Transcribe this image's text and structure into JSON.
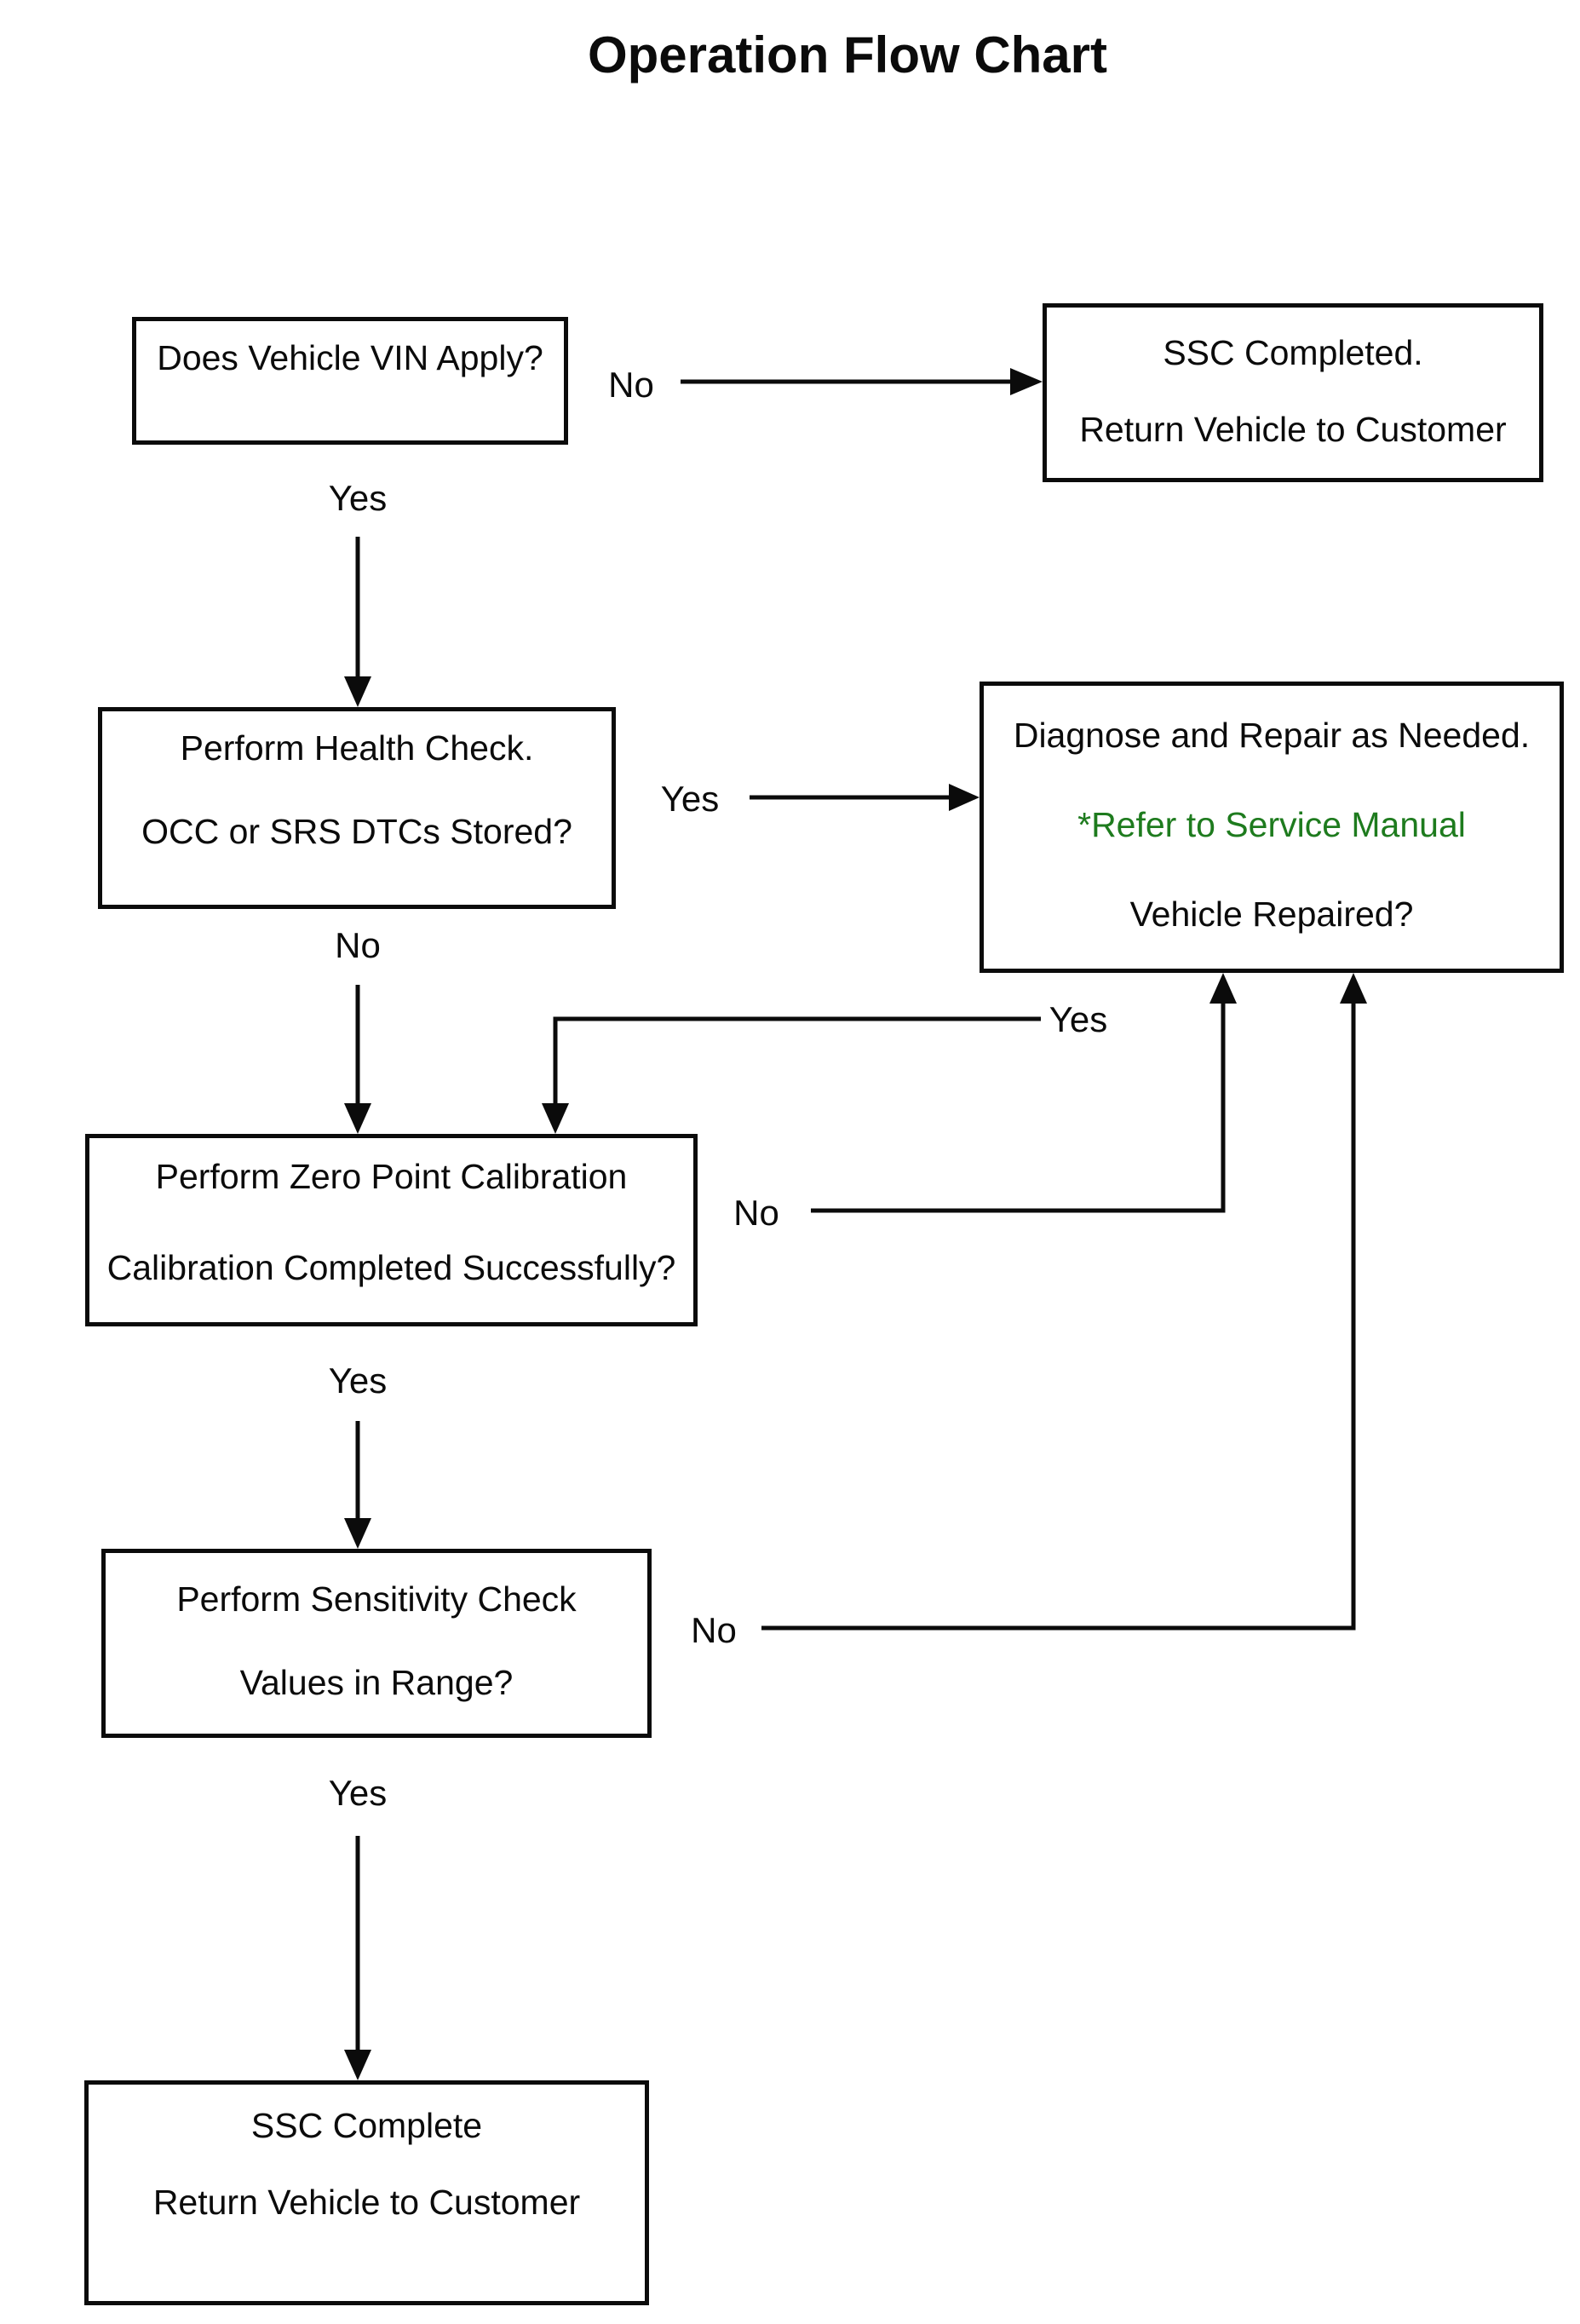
{
  "title": "Operation Flow Chart",
  "colors": {
    "ink": "#0B0B0B",
    "accent_green": "#1E7B1E",
    "background": "#FFFFFF"
  },
  "nodes": {
    "vin": {
      "lines": [
        "Does Vehicle VIN Apply?"
      ]
    },
    "ssc_completed": {
      "lines": [
        "SSC Completed.",
        "Return Vehicle to Customer"
      ]
    },
    "health_check": {
      "lines": [
        "Perform Health Check.",
        "OCC or SRS DTCs Stored?"
      ]
    },
    "diagnose_repair": {
      "lines": [
        "Diagnose and Repair as Needed.",
        "*Refer to Service Manual",
        "Vehicle Repaired?"
      ]
    },
    "zero_point": {
      "lines": [
        "Perform Zero Point Calibration",
        "Calibration Completed Successfully?"
      ]
    },
    "sensitivity": {
      "lines": [
        "Perform Sensitivity Check",
        "Values in Range?"
      ]
    },
    "ssc_complete": {
      "lines": [
        "SSC Complete",
        "Return Vehicle to Customer"
      ]
    }
  },
  "edge_labels": {
    "vin_no": "No",
    "vin_yes": "Yes",
    "health_yes": "Yes",
    "health_no": "No",
    "repaired_yes": "Yes",
    "calibration_no": "No",
    "calibration_yes": "Yes",
    "sensitivity_no": "No",
    "sensitivity_yes": "Yes"
  }
}
